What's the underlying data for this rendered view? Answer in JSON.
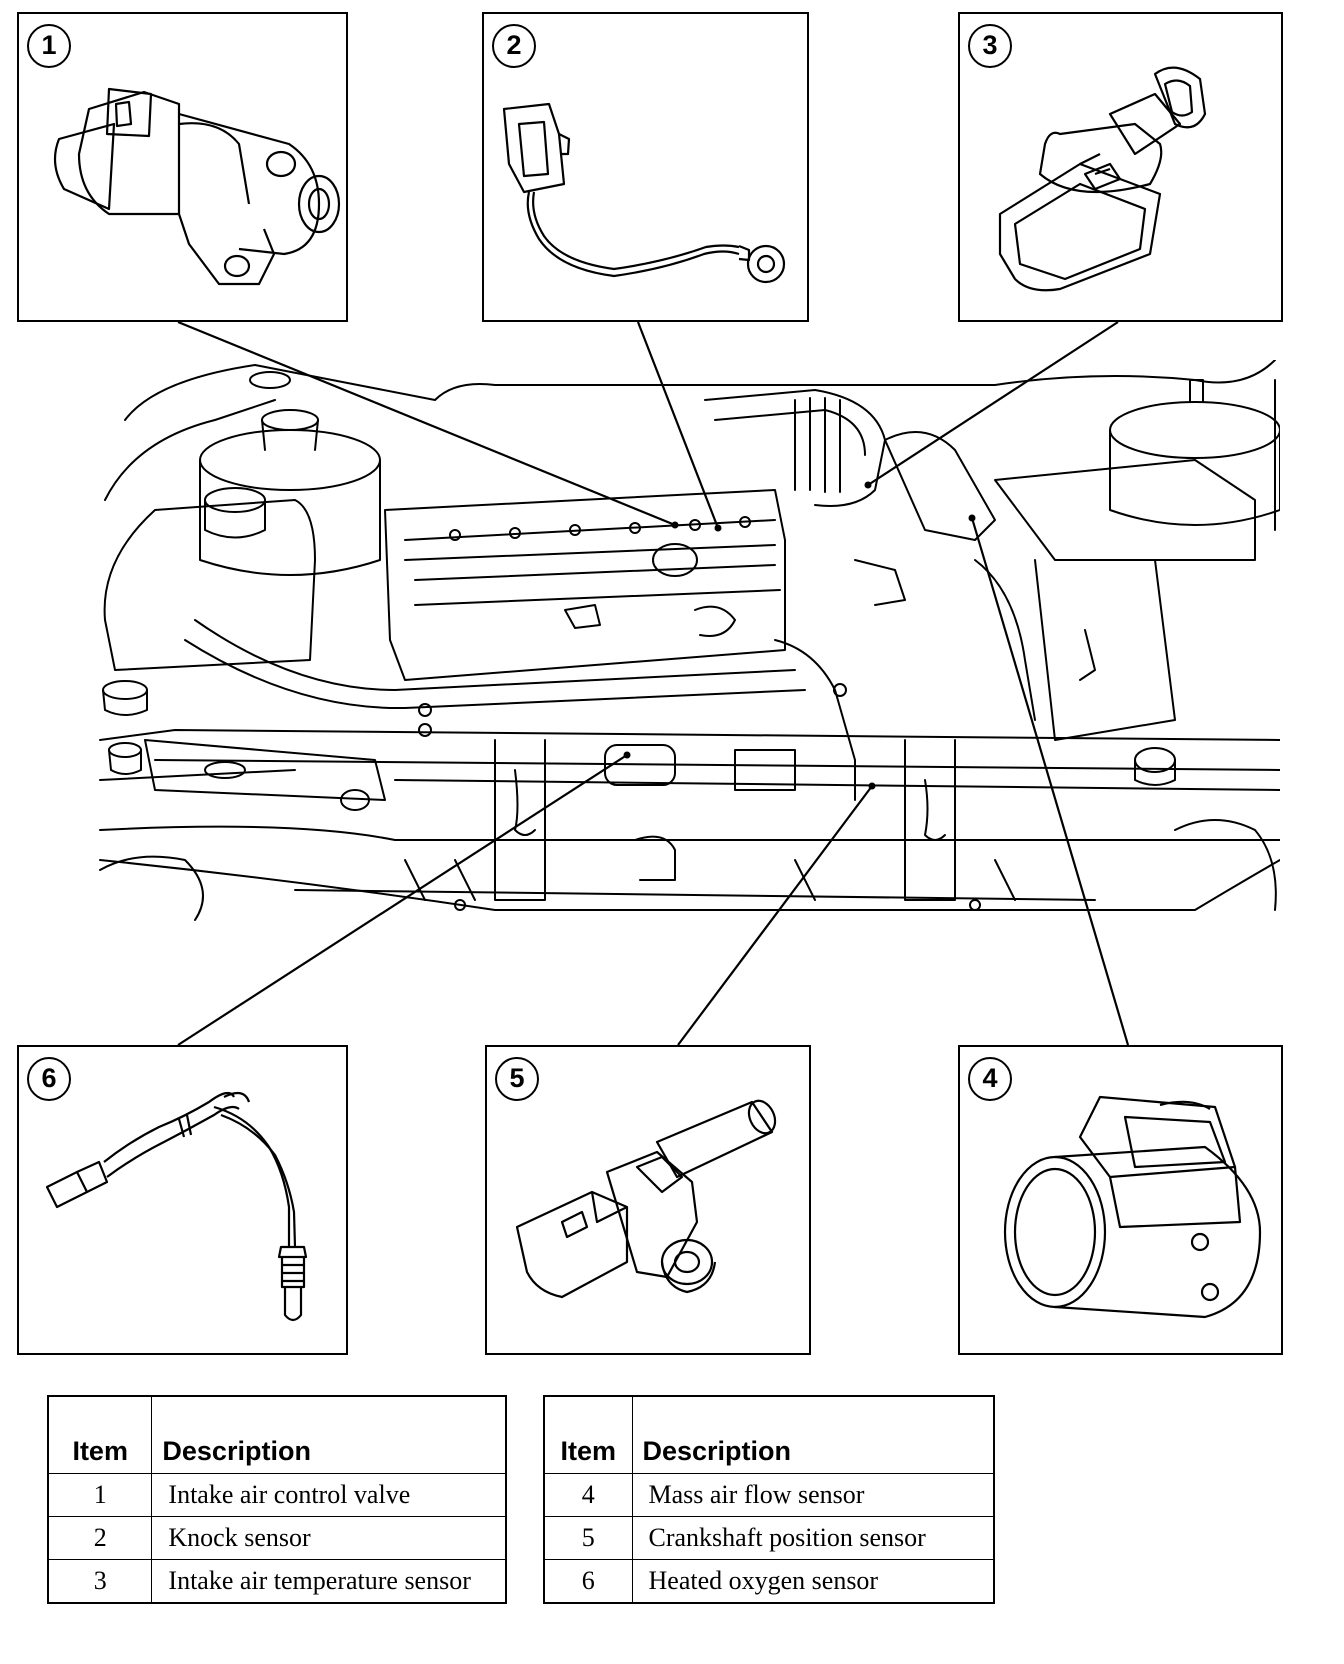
{
  "components": [
    {
      "number": "1",
      "name": "Intake air control valve"
    },
    {
      "number": "2",
      "name": "Knock sensor"
    },
    {
      "number": "3",
      "name": "Intake air temperature sensor"
    },
    {
      "number": "4",
      "name": "Mass air flow sensor"
    },
    {
      "number": "5",
      "name": "Crankshaft position sensor"
    },
    {
      "number": "6",
      "name": "Heated oxygen sensor"
    }
  ],
  "callouts": {
    "c1": "1",
    "c2": "2",
    "c3": "3",
    "c4": "4",
    "c5": "5",
    "c6": "6"
  },
  "legend_left": {
    "header_item": "Item",
    "header_description": "Description",
    "rows": [
      {
        "item": "1",
        "description": "Intake air control valve"
      },
      {
        "item": "2",
        "description": "Knock sensor"
      },
      {
        "item": "3",
        "description": "Intake air temperature sensor"
      }
    ]
  },
  "legend_right": {
    "header_item": "Item",
    "header_description": "Description",
    "rows": [
      {
        "item": "4",
        "description": "Mass air flow sensor"
      },
      {
        "item": "5",
        "description": "Crankshaft position sensor"
      },
      {
        "item": "6",
        "description": "Heated oxygen sensor"
      }
    ]
  }
}
